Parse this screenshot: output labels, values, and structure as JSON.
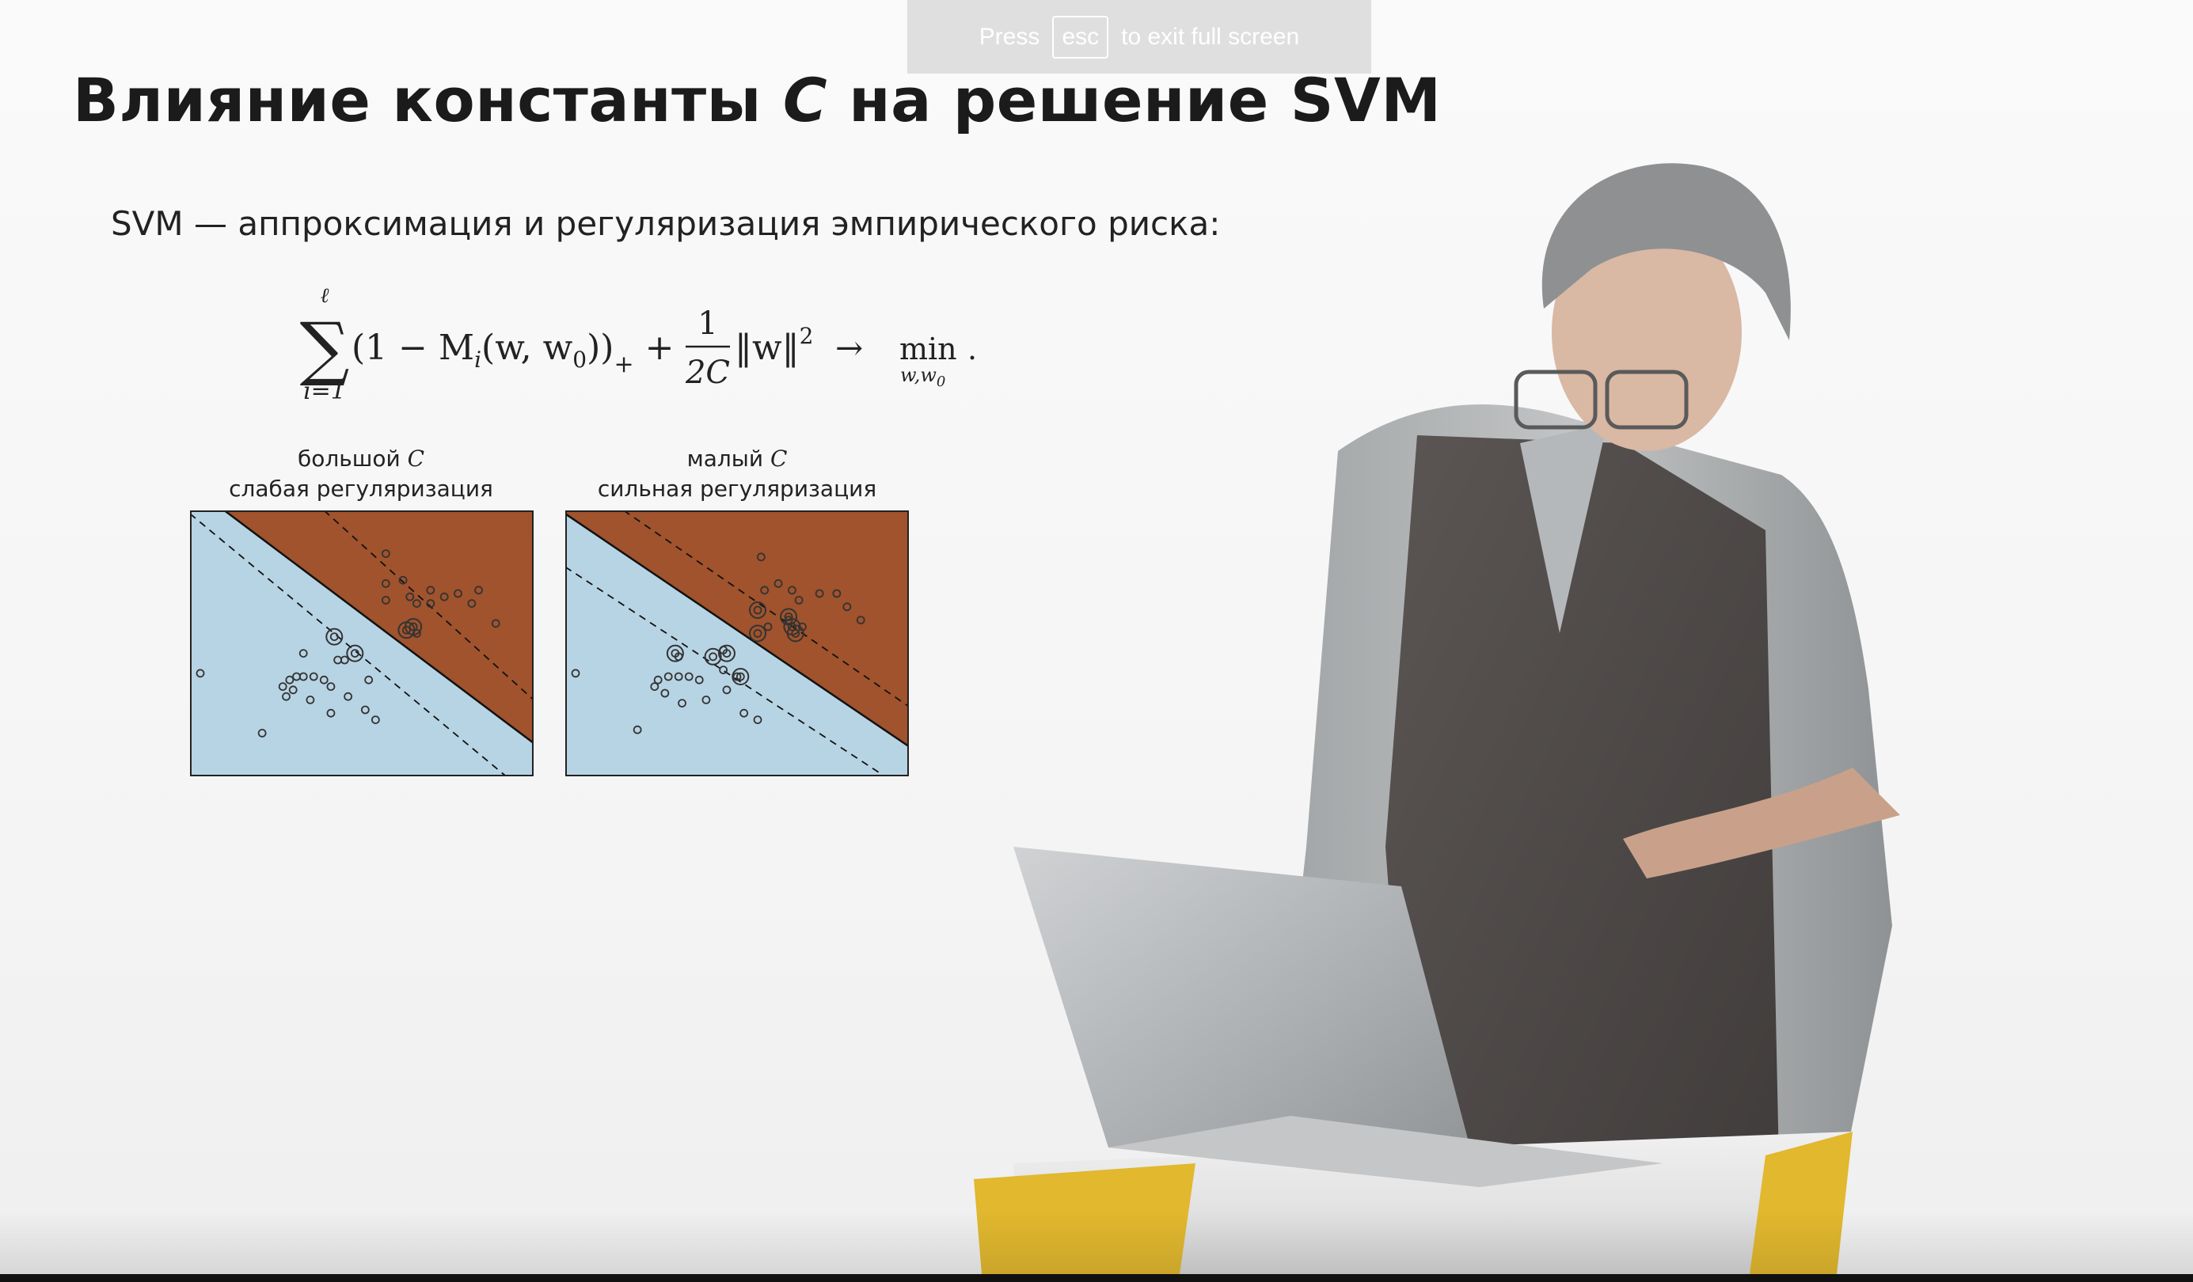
{
  "fullscreen_banner": {
    "prefix": "Press",
    "key": "esc",
    "suffix": "to exit full screen"
  },
  "slide": {
    "title_pre": "Влияние константы ",
    "title_var": "C",
    "title_post": " на решение SVM",
    "subtitle": "SVM — аппроксимация и регуляризация эмпирического риска:",
    "formula": {
      "sum_upper": "ℓ",
      "sum_lower": "i=1",
      "body": "(1 − M",
      "body_sub": "i",
      "args": "(w, w",
      "args_sub": "0",
      "close": "))",
      "plus_sub": "+",
      "plus": "+",
      "frac_num": "1",
      "frac_den": "2C",
      "norm": "‖w‖",
      "norm_sup": "2",
      "arrow": "→",
      "min": "min",
      "min_sub": "w,w",
      "min_sub2": "0",
      "dot": "."
    },
    "panels": [
      {
        "line1_text": "большой ",
        "line1_var": "C",
        "line2": "слабая регуляризация"
      },
      {
        "line1_text": "малый ",
        "line1_var": "C",
        "line2": "сильная регуляризация"
      }
    ],
    "colors": {
      "positive_region": "#a0532c",
      "negative_region": "#b7d4e4",
      "point_stroke": "#333333"
    }
  },
  "chart_data": [
    {
      "type": "scatter",
      "title": "большой C / слабая регуляризация",
      "xlim": [
        0,
        10
      ],
      "ylim": [
        0,
        8
      ],
      "decision_boundary": {
        "x": [
          1,
          10
        ],
        "y": [
          8,
          1
        ]
      },
      "margins": [
        {
          "x": [
            0,
            9.2
          ],
          "y": [
            7.9,
            0
          ]
        },
        {
          "x": [
            3.9,
            10
          ],
          "y": [
            8,
            2.3
          ]
        }
      ],
      "series": [
        {
          "class": "negative",
          "points": [
            [
              0.3,
              3.1
            ],
            [
              2.1,
              1.3
            ],
            [
              2.7,
              2.7
            ],
            [
              2.9,
              2.9
            ],
            [
              3.1,
              3.0
            ],
            [
              3.0,
              2.6
            ],
            [
              3.3,
              3.0
            ],
            [
              3.6,
              3.0
            ],
            [
              3.9,
              2.9
            ],
            [
              4.1,
              2.7
            ],
            [
              3.5,
              2.3
            ],
            [
              2.8,
              2.4
            ],
            [
              4.1,
              1.9
            ],
            [
              4.6,
              2.4
            ],
            [
              5.1,
              2.0
            ],
            [
              5.4,
              1.7
            ],
            [
              5.2,
              2.9
            ],
            [
              4.5,
              3.5
            ],
            [
              3.3,
              3.7
            ],
            [
              4.3,
              3.5
            ]
          ]
        },
        {
          "class": "positive",
          "points": [
            [
              5.7,
              6.7
            ],
            [
              5.7,
              5.8
            ],
            [
              6.2,
              5.9
            ],
            [
              5.7,
              5.3
            ],
            [
              6.4,
              5.4
            ],
            [
              6.6,
              5.2
            ],
            [
              7.0,
              5.2
            ],
            [
              7.0,
              5.6
            ],
            [
              7.4,
              5.4
            ],
            [
              7.8,
              5.5
            ],
            [
              8.2,
              5.2
            ],
            [
              8.4,
              5.6
            ],
            [
              8.9,
              4.6
            ],
            [
              6.6,
              4.3
            ]
          ]
        },
        {
          "class": "support_vectors",
          "points": [
            [
              4.2,
              4.2
            ],
            [
              4.8,
              3.7
            ],
            [
              6.3,
              4.4
            ],
            [
              6.5,
              4.5
            ]
          ]
        }
      ]
    },
    {
      "type": "scatter",
      "title": "малый C / сильная регуляризация",
      "xlim": [
        0,
        10
      ],
      "ylim": [
        0,
        8
      ],
      "decision_boundary": {
        "x": [
          0,
          10
        ],
        "y": [
          7.9,
          0.9
        ]
      },
      "margins": [
        {
          "x": [
            0,
            9.3
          ],
          "y": [
            6.3,
            0
          ]
        },
        {
          "x": [
            1.7,
            10
          ],
          "y": [
            8,
            2.1
          ]
        }
      ],
      "series": [
        {
          "class": "negative",
          "points": [
            [
              0.3,
              3.1
            ],
            [
              2.1,
              1.4
            ],
            [
              2.6,
              2.7
            ],
            [
              2.7,
              2.9
            ],
            [
              3.0,
              3.0
            ],
            [
              3.3,
              3.0
            ],
            [
              3.6,
              3.0
            ],
            [
              3.9,
              2.9
            ],
            [
              2.9,
              2.5
            ],
            [
              3.4,
              2.2
            ],
            [
              4.1,
              2.3
            ],
            [
              4.7,
              2.6
            ],
            [
              5.2,
              1.9
            ],
            [
              5.6,
              1.7
            ],
            [
              4.6,
              3.2
            ],
            [
              5.0,
              3.0
            ],
            [
              4.6,
              3.8
            ],
            [
              3.3,
              3.6
            ]
          ]
        },
        {
          "class": "positive",
          "points": [
            [
              5.7,
              6.6
            ],
            [
              6.2,
              5.8
            ],
            [
              5.8,
              5.6
            ],
            [
              6.8,
              5.3
            ],
            [
              7.4,
              5.5
            ],
            [
              7.9,
              5.5
            ],
            [
              8.2,
              5.1
            ],
            [
              8.6,
              4.7
            ],
            [
              6.6,
              5.6
            ],
            [
              6.5,
              4.7
            ],
            [
              6.9,
              4.5
            ],
            [
              5.9,
              4.5
            ]
          ]
        },
        {
          "class": "support_vectors",
          "points": [
            [
              3.2,
              3.7
            ],
            [
              4.3,
              3.6
            ],
            [
              4.7,
              3.7
            ],
            [
              5.1,
              3.0
            ],
            [
              5.6,
              5.0
            ],
            [
              6.5,
              4.8
            ],
            [
              6.6,
              4.5
            ],
            [
              6.7,
              4.3
            ],
            [
              5.6,
              4.3
            ]
          ]
        }
      ]
    }
  ]
}
